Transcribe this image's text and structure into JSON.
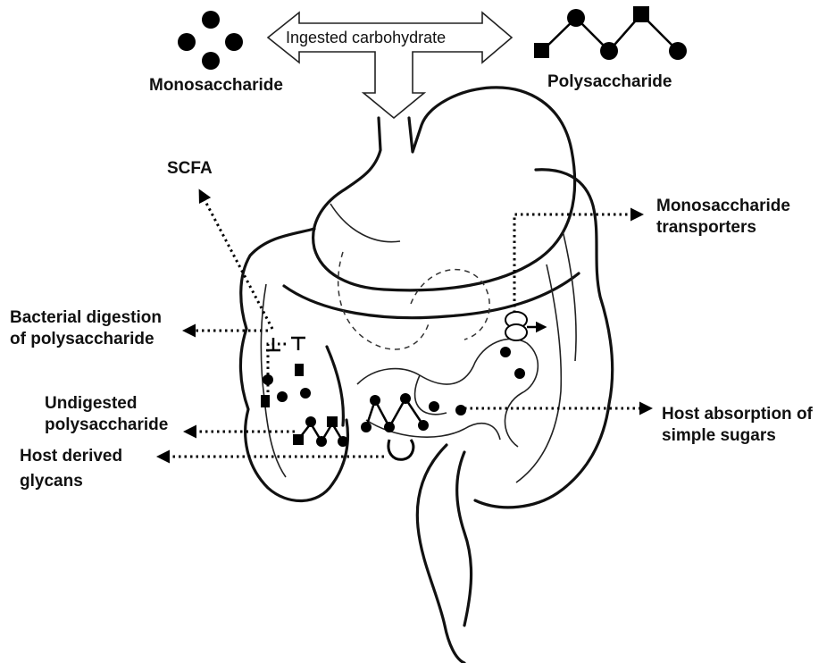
{
  "labels": {
    "ingested": "Ingested carbohydrate",
    "monosaccharide": "Monosaccharide",
    "polysaccharide": "Polysaccharide",
    "scfa": "SCFA",
    "bacterial_line1": "Bacterial digestion",
    "bacterial_line2": "of polysaccharide",
    "undigested_line1": "Undigested",
    "undigested_line2": "polysaccharide",
    "host_glycans_line1": "Host derived",
    "host_glycans_line2": "glycans",
    "transporters_line1": "Monosaccharide",
    "transporters_line2": "transporters",
    "absorption_line1": "Host absorption of",
    "absorption_line2": "simple sugars"
  }
}
